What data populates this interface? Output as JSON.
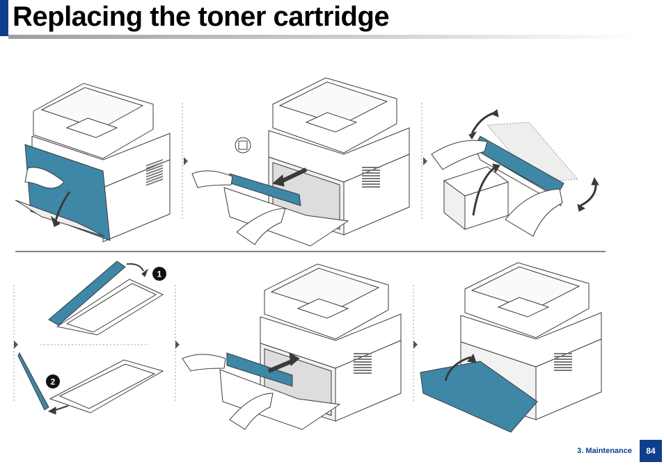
{
  "page": {
    "title": "Replacing the toner cartridge",
    "section_label": "3. Maintenance",
    "page_number": "84"
  },
  "colors": {
    "accent": "#0f3f8c",
    "cartridge_blue": "#3f87a6",
    "line": "#3a3a3a"
  },
  "steps": {
    "step_badge_1": "1",
    "step_badge_2": "2"
  }
}
